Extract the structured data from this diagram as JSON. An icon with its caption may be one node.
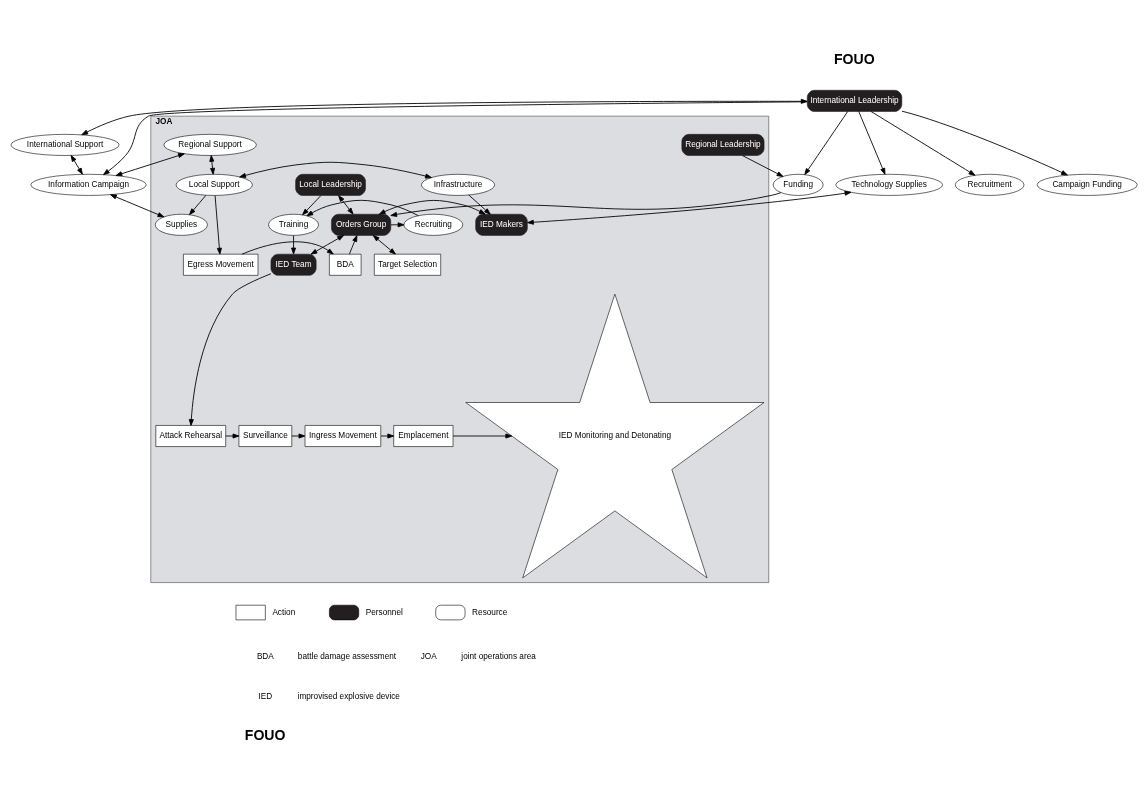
{
  "diagram": {
    "nodes": [
      {
        "text": [
          "International Leadership"
        ]
      },
      {
        "text": [
          "International Support"
        ]
      },
      {
        "text": [
          "Recruitment"
        ]
      },
      {
        "text": [
          "Campaign Funding"
        ]
      },
      {
        "text": [
          "Funding"
        ]
      },
      {
        "text": [
          "Technology Supplies"
        ]
      },
      {
        "text": [
          "Information Campaign"
        ]
      },
      {
        "text": [
          "JOA"
        ]
      },
      {
        "text": [
          "Regional Leadership"
        ],
        "in": 7
      },
      {
        "text": [
          "Regional Support"
        ],
        "in": 7
      },
      {
        "text": [
          "Training"
        ],
        "in": 7
      },
      {
        "text": [
          "Recruiting"
        ],
        "in": 7
      },
      {
        "text": [
          "Orders Group"
        ],
        "in": 7
      },
      {
        "text": [
          "IED Makers"
        ],
        "in": 7
      },
      {
        "text": [
          "Supplies"
        ],
        "in": 7
      },
      {
        "text": [
          "Local Leadership"
        ],
        "in": 7
      },
      {
        "text": [
          "Infrastructure"
        ],
        "in": 7
      },
      {
        "text": [
          "Local Support"
        ],
        "in": 7
      },
      {
        "text": [
          "IED Team"
        ],
        "in": 7
      },
      {
        "text": [
          "Target Selection"
        ],
        "in": 7
      },
      {
        "text": [
          "BDA"
        ],
        "in": 7
      },
      {
        "text": [
          "Egress Movement"
        ],
        "in": 7
      },
      {
        "text": [
          "Attack Rehearsal"
        ],
        "in": 7
      },
      {
        "text": [
          "Surveillance"
        ],
        "in": 7
      },
      {
        "text": [
          "Ingress Movement"
        ],
        "in": 7
      },
      {
        "text": [
          "Emplacement"
        ],
        "in": 7
      },
      {
        "text": [
          "IED Monitoring and Detonating"
        ],
        "in": 7
      }
    ],
    "edges": [
      {
        "from": 0,
        "to": 1,
        "arrow": "both"
      },
      {
        "from": 0,
        "to": 2,
        "arrow": "to"
      },
      {
        "from": 0,
        "to": 3,
        "arrow": "to"
      },
      {
        "from": 0,
        "to": 4,
        "arrow": "to"
      },
      {
        "from": 0,
        "to": 5,
        "arrow": "to"
      },
      {
        "from": 0,
        "to": 6,
        "arrow": "to"
      },
      {
        "from": 1,
        "to": 6,
        "arrow": "both"
      },
      {
        "from": 6,
        "to": 9,
        "arrow": "both"
      },
      {
        "from": 8,
        "to": 4,
        "arrow": "to"
      },
      {
        "from": 4,
        "to": 12,
        "arrow": "to"
      },
      {
        "from": 5,
        "to": 13,
        "arrow": "both"
      },
      {
        "from": 6,
        "to": 14,
        "arrow": "both"
      },
      {
        "from": 12,
        "to": 11,
        "arrow": "to"
      },
      {
        "from": 11,
        "to": 10,
        "arrow": "to"
      },
      {
        "from": 12,
        "to": 13,
        "arrow": "both"
      },
      {
        "from": 9,
        "to": 17,
        "arrow": "both"
      },
      {
        "from": 15,
        "to": 12,
        "arrow": "both"
      },
      {
        "from": 15,
        "to": 10,
        "arrow": "to"
      },
      {
        "from": 17,
        "to": 14,
        "arrow": "to"
      },
      {
        "from": 16,
        "to": 13,
        "arrow": "to"
      },
      {
        "from": 16,
        "to": 17,
        "arrow": "both"
      },
      {
        "from": 12,
        "to": 18,
        "arrow": "both"
      },
      {
        "from": 12,
        "to": 19,
        "arrow": "both"
      },
      {
        "from": 20,
        "to": 12,
        "arrow": "to"
      },
      {
        "from": 17,
        "to": 21,
        "arrow": "to"
      },
      {
        "from": 21,
        "to": 20,
        "arrow": "to"
      },
      {
        "from": 10,
        "to": 18,
        "arrow": "to"
      },
      {
        "from": 18,
        "to": 22,
        "arrow": "to"
      },
      {
        "from": 22,
        "to": 23,
        "arrow": "to"
      },
      {
        "from": 23,
        "to": 24,
        "arrow": "to"
      },
      {
        "from": 24,
        "to": 25,
        "arrow": "to"
      },
      {
        "from": 25,
        "to": 26,
        "arrow": "to"
      }
    ],
    "labels": [
      "FOUO",
      "BDA",
      "battle damage assessment",
      "JOA",
      "joint operations area",
      "IED",
      "improvised explosive device",
      "FOUO"
    ],
    "legend": [
      {
        "text": "Action"
      },
      {
        "text": "Personnel"
      },
      {
        "text": "Resource"
      }
    ]
  }
}
